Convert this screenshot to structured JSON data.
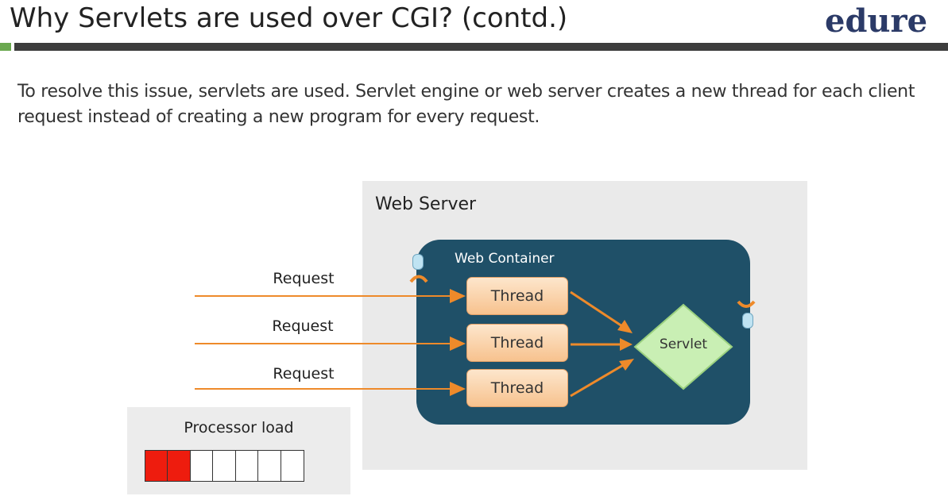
{
  "header": {
    "title": "Why Servlets are used over CGI? (contd.)",
    "brand": "edure"
  },
  "intro_text": "To resolve this issue, servlets are used. Servlet engine or web server creates a new thread for each client request instead of creating a new program for every request.",
  "diagram": {
    "web_server_label": "Web Server",
    "web_container_label": "Web Container",
    "requests": [
      "Request",
      "Request",
      "Request"
    ],
    "threads": [
      "Thread",
      "Thread",
      "Thread"
    ],
    "servlet_label": "Servlet"
  },
  "processor_load": {
    "label": "Processor load",
    "filled_cells": 2,
    "total_cells": 7,
    "fill_color": "#ee1c0e"
  },
  "colors": {
    "arrow": "#ee8a2a",
    "container": "#1f5068",
    "servlet": "#c9efb4",
    "accent_green": "#6aa84f"
  }
}
